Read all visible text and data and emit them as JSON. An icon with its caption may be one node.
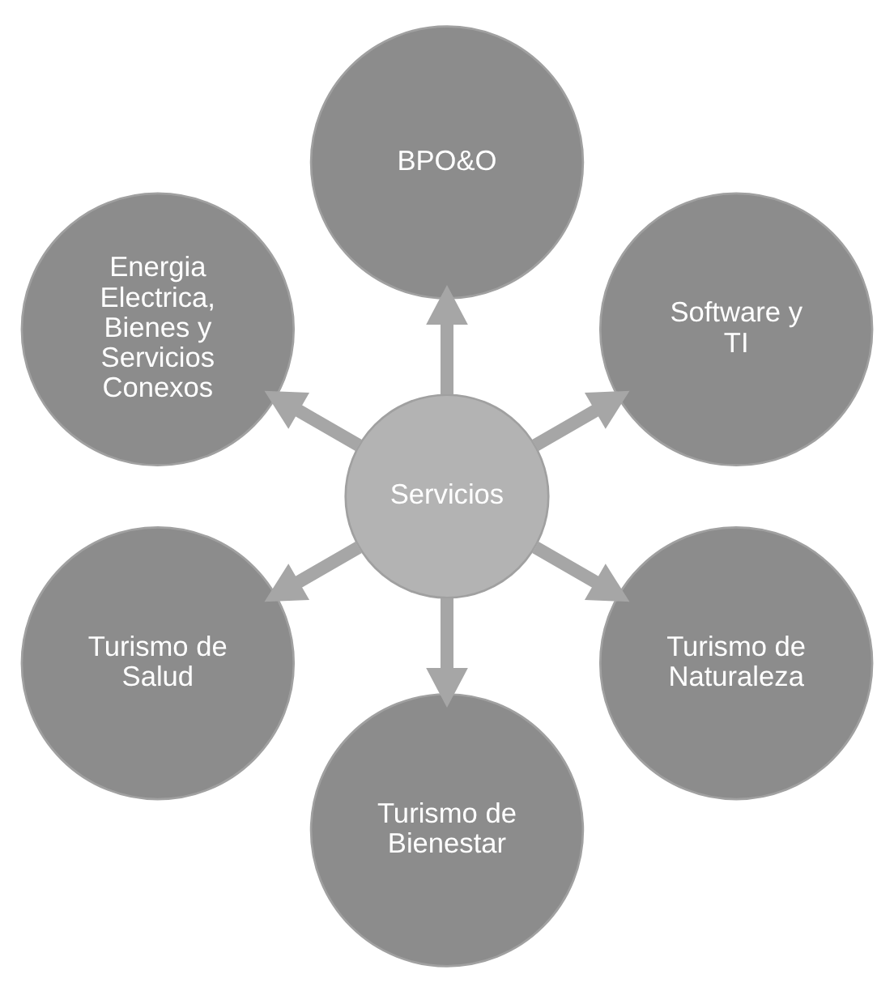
{
  "diagram": {
    "nodes": [
      {
        "text": [
          "Servicios"
        ]
      },
      {
        "text": [
          "Software y TI"
        ]
      },
      {
        "text": [
          "BPO&O"
        ]
      },
      {
        "text": [
          "Energia Electrica, Bienes y Servicios Conexos"
        ]
      },
      {
        "text": [
          "Turismo de Salud"
        ]
      },
      {
        "text": [
          "Turismo de Bienestar"
        ]
      },
      {
        "text": [
          "Turismo de Naturaleza"
        ]
      }
    ],
    "edges": [
      {
        "from": 0,
        "to": 1,
        "arrow": "to"
      },
      {
        "from": 0,
        "to": 2,
        "arrow": "to"
      },
      {
        "from": 0,
        "to": 3,
        "arrow": "to"
      },
      {
        "from": 0,
        "to": 4,
        "arrow": "to"
      },
      {
        "from": 0,
        "to": 5,
        "arrow": "to"
      },
      {
        "from": 0,
        "to": 6,
        "arrow": "to"
      }
    ]
  }
}
